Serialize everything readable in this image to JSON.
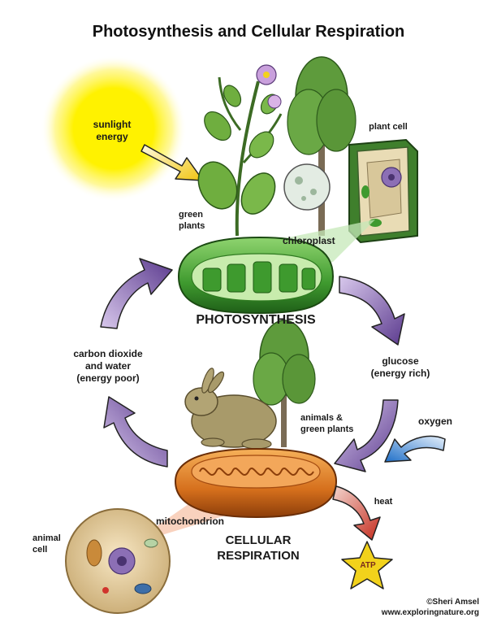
{
  "title": "Photosynthesis and Cellular Respiration",
  "labels": {
    "sunlight": "sunlight\nenergy",
    "green_plants": "green\nplants",
    "plant_cell": "plant cell",
    "chloroplast": "chloroplast",
    "photosynthesis": "PHOTOSYNTHESIS",
    "carbon_dioxide": "carbon dioxide\nand water\n(energy poor)",
    "glucose": "glucose\n(energy rich)",
    "animals_plants": "animals &\ngreen plants",
    "oxygen": "oxygen",
    "heat": "heat",
    "mitochondrion": "mitochondrion",
    "animal_cell": "animal\ncell",
    "cellular_respiration": "CELLULAR\nRESPIRATION",
    "atp": "ATP"
  },
  "credit": {
    "author": "©Sheri Amsel",
    "site": "www.exploringnature.org"
  },
  "colors": {
    "cycle_arrow": "#7a5aa6",
    "sun": "#fff200",
    "chloroplast": "#4fa83d",
    "mitochondrion": "#d9731f",
    "oxygen_arrow": "#4a90d9",
    "heat_arrow": "#d0342c",
    "atp_star": "#f2d21b"
  }
}
